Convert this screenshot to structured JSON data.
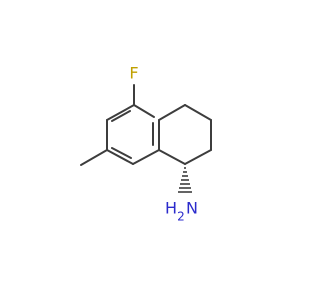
{
  "molecule": {
    "atoms": {
      "fluorine": {
        "symbol": "F",
        "color": "#c0a000"
      },
      "amine": {
        "symbol": "N",
        "h_label": "H",
        "h_count": "2",
        "color": "#2b2bcc"
      }
    },
    "bond_color": "#3d3d3d",
    "stereo_bond": "hashed wedge"
  }
}
